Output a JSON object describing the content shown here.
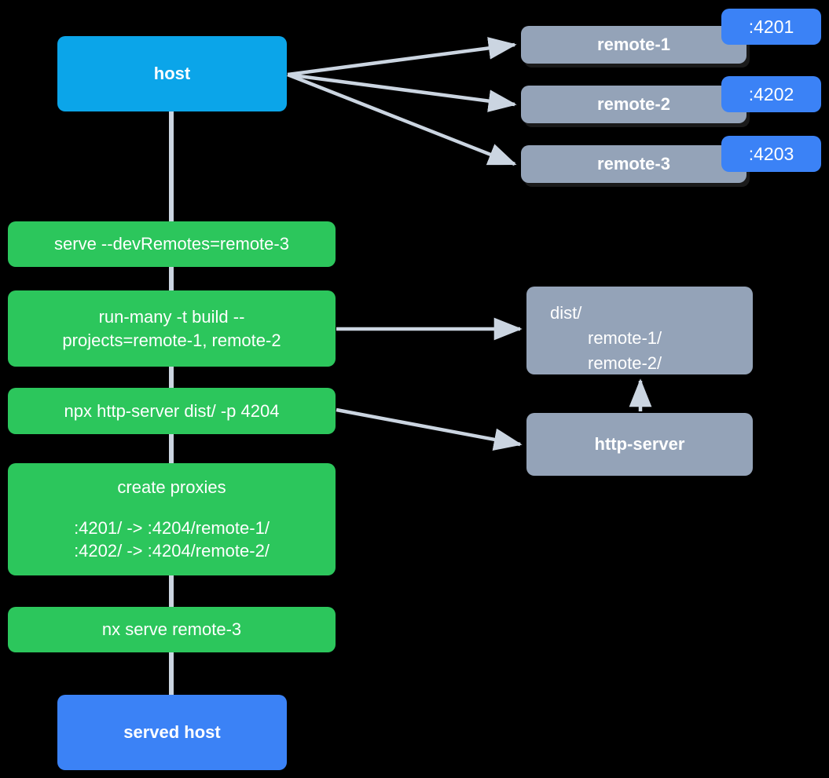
{
  "diagram": {
    "title": "Nx module federation host and remotes serving flow",
    "background": "#000000",
    "colors": {
      "host": "#0BA5E9",
      "served_host": "#3B82F6",
      "command": "#2CC65C",
      "remote": "#94A3B8",
      "port_badge": "#3B82F6",
      "edge": "#CBD5E1",
      "text": "#FFFFFF"
    }
  },
  "nodes": {
    "host": {
      "label": "host"
    },
    "served_host": {
      "label": "served host"
    },
    "remotes": [
      {
        "label": "remote-1",
        "port": ":4201"
      },
      {
        "label": "remote-2",
        "port": ":4202"
      },
      {
        "label": "remote-3",
        "port": ":4203"
      }
    ],
    "commands": [
      {
        "line1": "serve --devRemotes=remote-3"
      },
      {
        "line1": "run-many -t build --",
        "line2": "projects=remote-1, remote-2"
      },
      {
        "line1": "npx http-server dist/ -p 4204"
      },
      {
        "line1": "create proxies",
        "line2": ":4201/ -> :4204/remote-1/",
        "line3": ":4202/ -> :4204/remote-2/"
      },
      {
        "line1": "nx serve remote-3"
      }
    ],
    "dist": {
      "root": "dist/",
      "children": [
        "remote-1/",
        "remote-2/"
      ]
    },
    "http_server": {
      "label": "http-server"
    }
  },
  "edges": [
    {
      "from": "host",
      "to": "remote-1",
      "style": "arrow"
    },
    {
      "from": "host",
      "to": "remote-2",
      "style": "arrow"
    },
    {
      "from": "host",
      "to": "remote-3",
      "style": "arrow"
    },
    {
      "from": "host",
      "to": "serve-devremotes",
      "style": "line"
    },
    {
      "from": "serve-devremotes",
      "to": "run-many",
      "style": "line"
    },
    {
      "from": "run-many",
      "to": "dist",
      "style": "arrow"
    },
    {
      "from": "run-many",
      "to": "npx-http-server",
      "style": "line"
    },
    {
      "from": "npx-http-server",
      "to": "http-server",
      "style": "arrow"
    },
    {
      "from": "npx-http-server",
      "to": "create-proxies",
      "style": "line"
    },
    {
      "from": "create-proxies",
      "to": "nx-serve-remote-3",
      "style": "line"
    },
    {
      "from": "nx-serve-remote-3",
      "to": "served-host",
      "style": "line"
    },
    {
      "from": "http-server",
      "to": "dist",
      "style": "arrow"
    }
  ]
}
